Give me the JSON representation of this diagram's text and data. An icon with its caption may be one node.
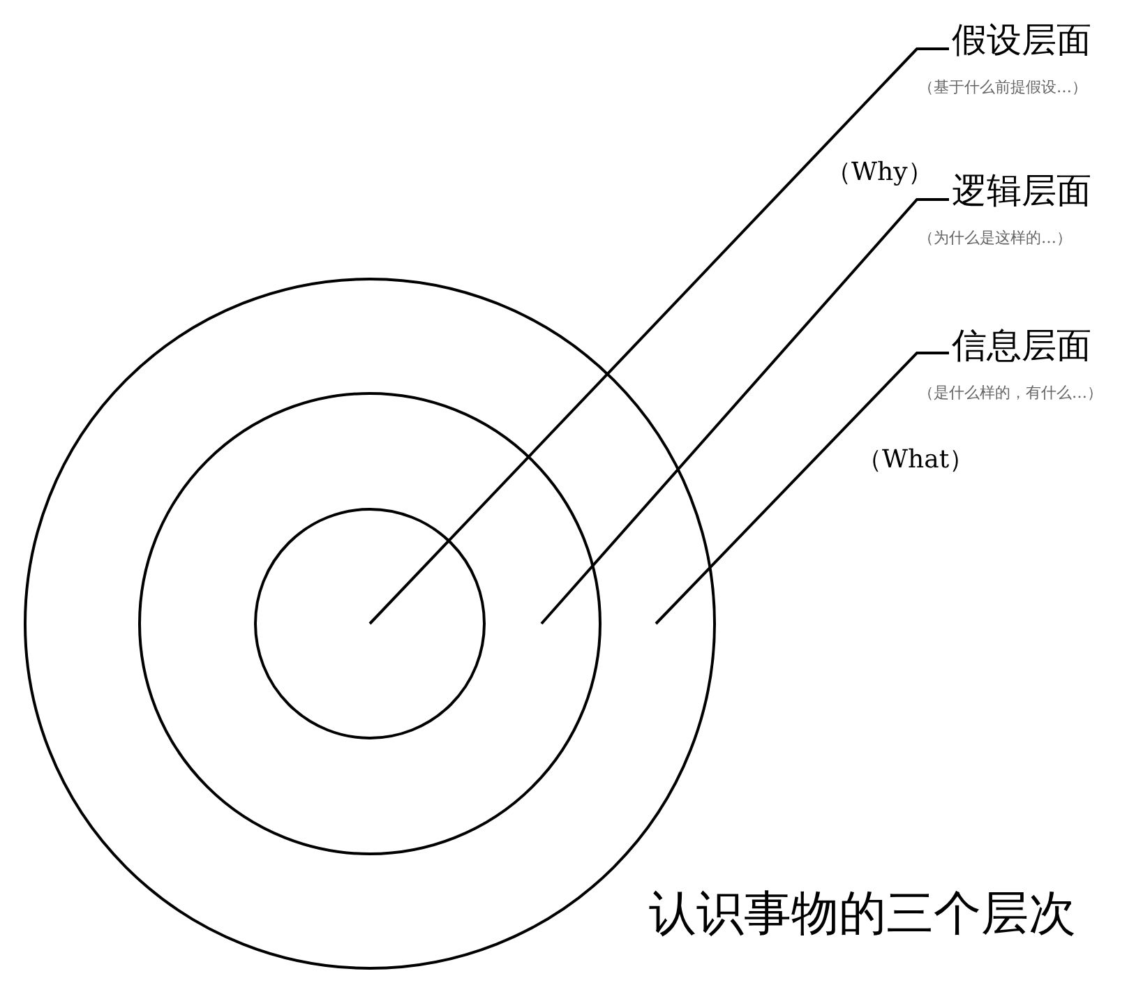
{
  "diagram": {
    "title": "认识事物的三个层次",
    "nodes": [
      {
        "text": [
          "假设层面",
          "（基于什么前提假设…）"
        ]
      },
      {
        "text": [
          "逻辑层面",
          "（为什么是这样的…）"
        ]
      },
      {
        "text": [
          "信息层面",
          "（是什么样的，有什么…）"
        ]
      },
      {
        "text": [],
        "shape": "circle"
      },
      {
        "text": [],
        "shape": "circle",
        "in": 3
      },
      {
        "text": [],
        "shape": "circle",
        "in": 4
      }
    ],
    "edges": [
      {
        "from": 0,
        "to": 5,
        "arrow": "none"
      },
      {
        "from": 1,
        "to": 4,
        "arrow": "none"
      },
      {
        "from": 2,
        "to": 3,
        "arrow": "none"
      }
    ],
    "labels": [
      "（Why）",
      "（What）"
    ]
  }
}
